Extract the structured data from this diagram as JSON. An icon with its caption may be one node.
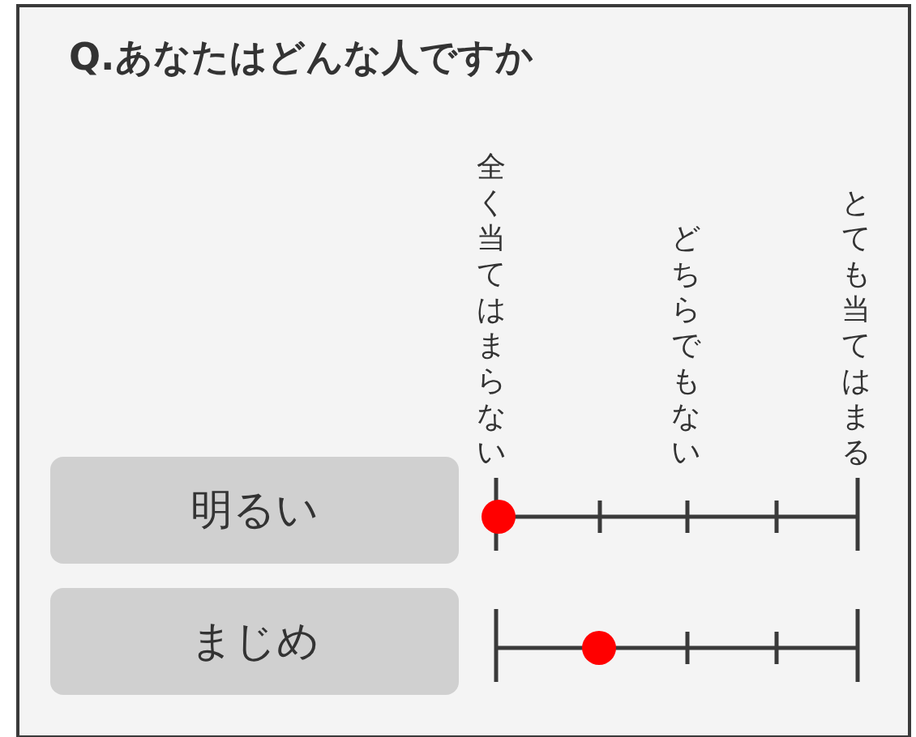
{
  "diagram": {
    "title": "Q.あなたはどんな人ですか",
    "nodes": [
      {
        "text": [
          "明るい"
        ]
      },
      {
        "text": [
          "まじめ"
        ]
      }
    ],
    "labels": [
      "全く当てはまらない",
      "どちらでもない",
      "とても当てはまる"
    ]
  }
}
